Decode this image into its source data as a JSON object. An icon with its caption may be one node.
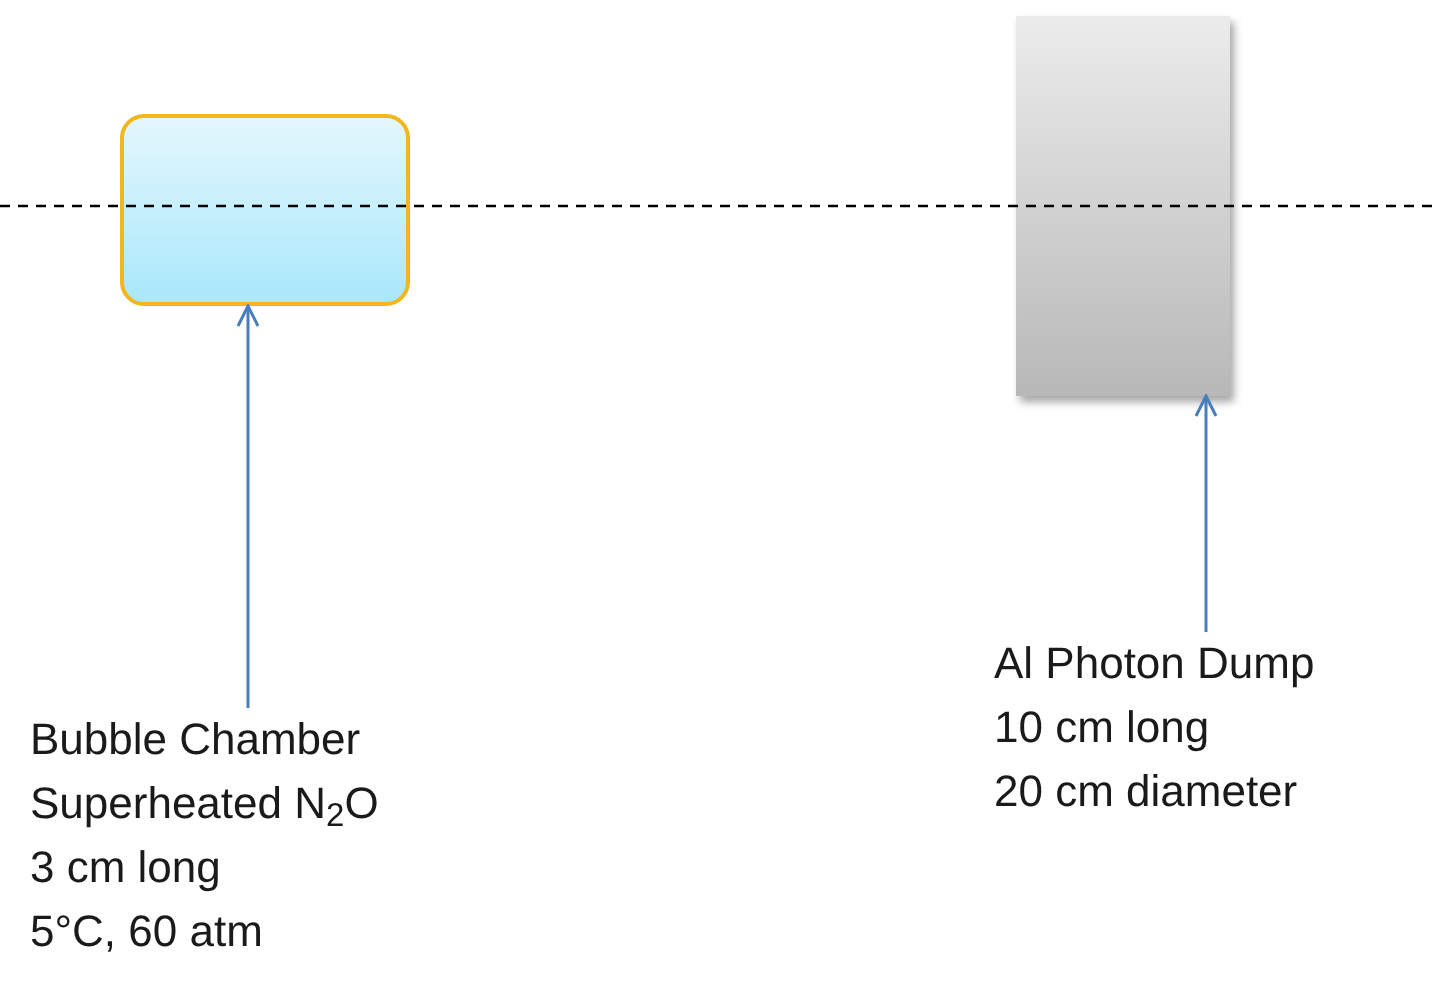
{
  "diagram": {
    "nodes": [
      {
        "text": [],
        "shape": "box"
      },
      {
        "text": [],
        "shape": "box"
      },
      {
        "text": [
          "Bubble Chamber",
          "Superheated N$_{2}$O",
          "3 cm long",
          "5°C, 60 atm"
        ]
      },
      {
        "text": [
          "Al Photon Dump",
          "10 cm long",
          "20 cm diameter"
        ]
      }
    ],
    "edges": [
      {
        "from": 2,
        "to": 0,
        "arrow": "to"
      },
      {
        "from": 3,
        "to": 1,
        "arrow": "to"
      }
    ]
  }
}
